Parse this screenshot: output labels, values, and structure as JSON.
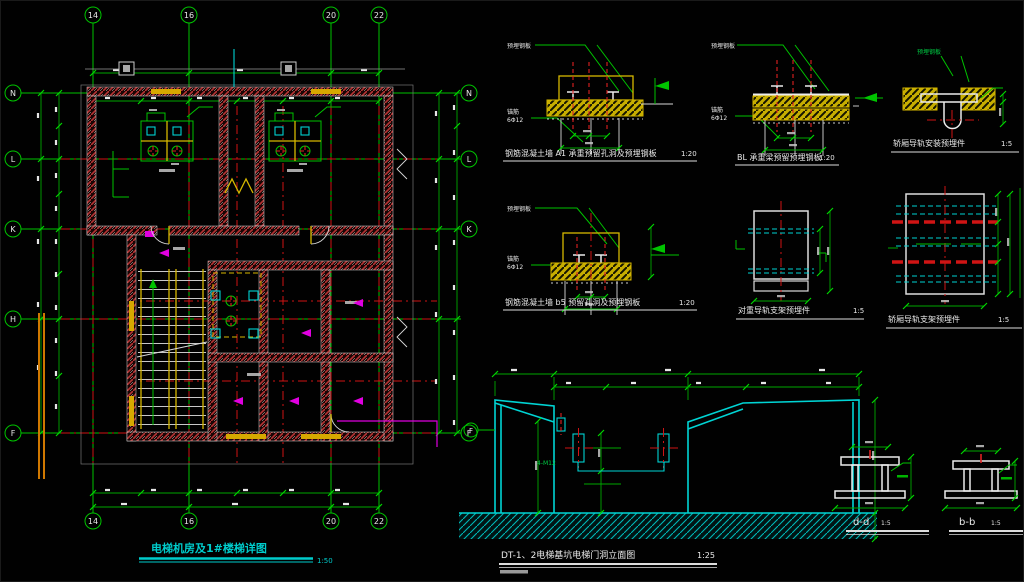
{
  "colors": {
    "background": "#000000",
    "grid_green": "#00c400",
    "dimension_green": "#00a800",
    "wall_hatch_red": "#b83434",
    "embed_band_yellow": "#c7ae00",
    "cyan": "#00d4d4",
    "axis_red_dashed": "#cf1414",
    "magenta": "#e000e0",
    "title_teal": "#00cccc",
    "text_white": "#e9e9e9"
  },
  "plan": {
    "title": "电梯机房及1#楼梯详图",
    "scale": "1:50",
    "grid_cols": [
      "14",
      "16",
      "20",
      "22"
    ],
    "grid_rows": [
      "N",
      "L",
      "K",
      "H",
      "F"
    ]
  },
  "details": {
    "common": {
      "leader_plate": "预埋钢板",
      "leader_anchor": "锚筋",
      "leader_anchor_spec": "6Φ12"
    },
    "a1": {
      "caption": "钢筋混凝土墙 A1 承重预留孔洞及预埋钢板",
      "scale": "1:20"
    },
    "bl": {
      "caption": "BL 承重梁预留预埋钢板",
      "scale": "1:20"
    },
    "rail_install": {
      "caption": "轿厢导轨安装预埋件",
      "scale": "1:5"
    },
    "b5": {
      "caption": "钢筋混凝土墙 b5 预留孔洞及预埋钢板",
      "scale": "1:20"
    },
    "cwt_bracket": {
      "caption": "对重导轨支架预埋件",
      "scale": "1:5"
    },
    "car_bracket": {
      "caption": "轿厢导轨支架预埋件",
      "scale": "1:5"
    }
  },
  "elevation": {
    "caption": "DT-1、2电梯基坑电梯门洞立面图",
    "scale": "1:25",
    "grid_bubble": "F",
    "anchor_note": "4-M12"
  },
  "sections": {
    "dd": {
      "caption": "d-d",
      "scale": "1:5"
    },
    "bb": {
      "caption": "b-b",
      "scale": "1:5"
    }
  }
}
